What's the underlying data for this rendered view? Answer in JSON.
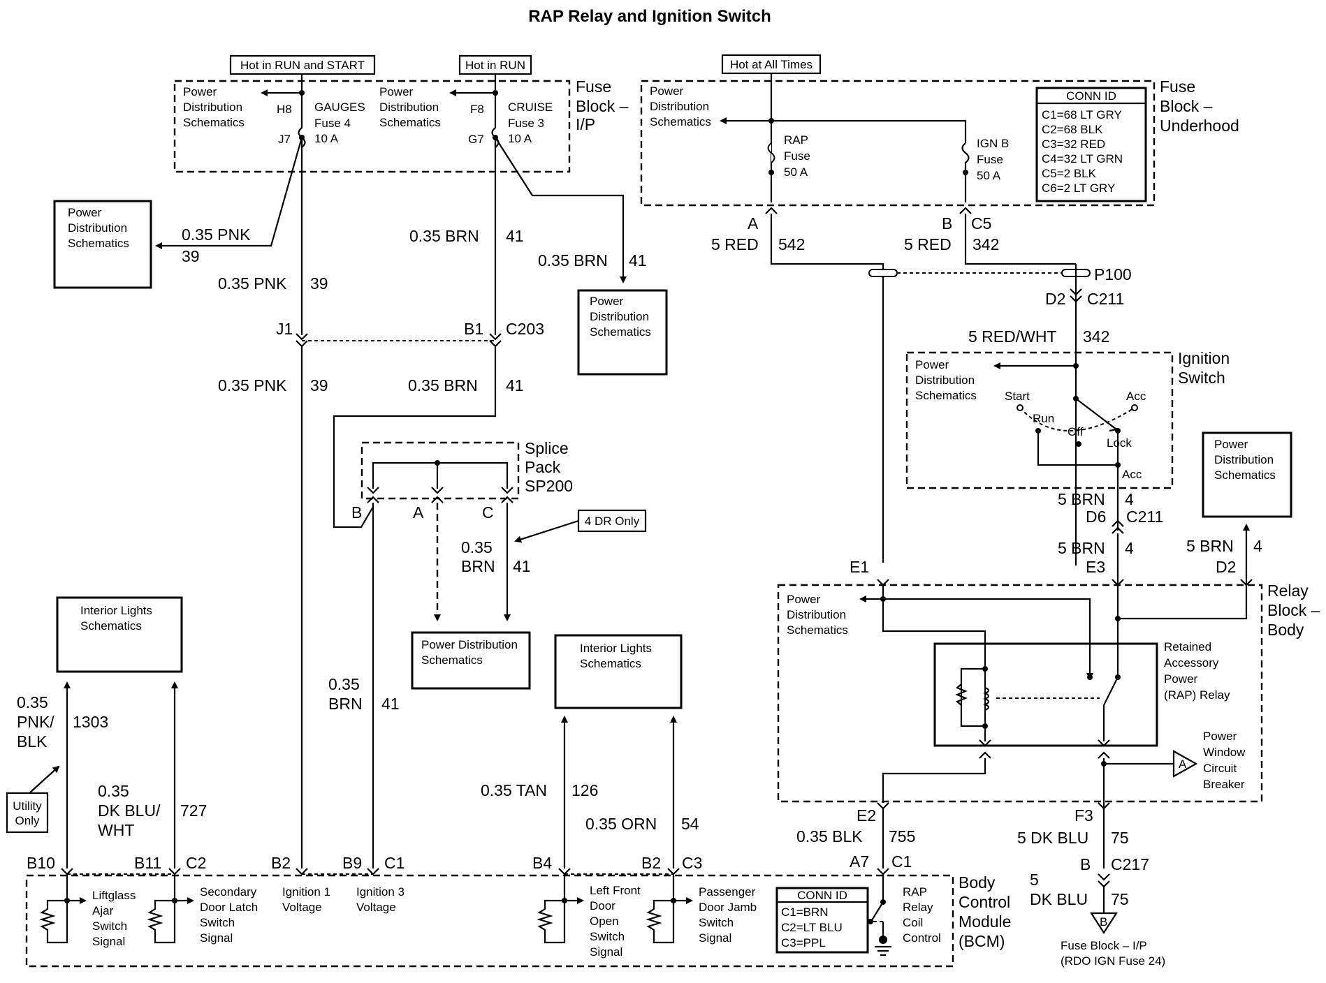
{
  "title": "RAP Relay and Ignition Switch",
  "tags": {
    "hot_run_start": "Hot in RUN and START",
    "hot_run": "Hot in RUN",
    "hot_all_times": "Hot at All Times",
    "four_dr_only": "4 DR Only",
    "utility_1": "Utility",
    "utility_2": "Only"
  },
  "pds": [
    "Power",
    "Distribution",
    "Schematics"
  ],
  "pds_one_line": [
    "Power Distribution",
    "Schematics"
  ],
  "interior_lights": [
    "Interior Lights",
    "Schematics"
  ],
  "fuse_ip": {
    "label": [
      "Fuse",
      "Block –",
      "I/P"
    ],
    "gauges": {
      "top_pin": "H8",
      "bottom_pin": "J7",
      "name": "GAUGES",
      "fuse": "Fuse 4",
      "amps": "10 A"
    },
    "cruise": {
      "top_pin": "F8",
      "bottom_pin": "G7",
      "name": "CRUISE",
      "fuse": "Fuse 3",
      "amps": "10 A"
    }
  },
  "fuse_uh": {
    "label": [
      "Fuse",
      "Block –",
      "Underhood"
    ],
    "rap": [
      "RAP",
      "Fuse",
      "50 A"
    ],
    "ignb": [
      "IGN B",
      "Fuse",
      "50 A"
    ],
    "conn_title": "CONN ID",
    "conn": [
      "C1=68 LT GRY",
      "C2=68 BLK",
      "C3=32 RED",
      "C4=32 LT GRN",
      "C5=2 BLK",
      "C6=2 LT GRY"
    ],
    "pin_a": "A",
    "pin_b": "B",
    "conn_c5": "C5"
  },
  "wires": {
    "pnk_39": "0.35 PNK",
    "n39": "39",
    "brn_41": "0.35 BRN",
    "n41": "41",
    "red_542": "5 RED",
    "n542": "542",
    "red_342": "5 RED",
    "n342": "342",
    "redwht": "5 RED/WHT",
    "brn4": "5 BRN",
    "n4": "4",
    "size035": "0.35",
    "brn": "BRN",
    "pnk_blk": [
      "0.35",
      "PNK/",
      "BLK"
    ],
    "n1303": "1303",
    "dkblu_wht": [
      "0.35",
      "DK BLU/",
      "WHT"
    ],
    "n727": "727",
    "tan": "0.35 TAN",
    "n126": "126",
    "orn": "0.35 ORN",
    "n54": "54",
    "blk": "0.35 BLK",
    "n755": "755",
    "dkblu5": "5 DK BLU",
    "n75": "75",
    "five": "5",
    "dkblu": "DK BLU"
  },
  "connectors": {
    "J1": "J1",
    "B1": "B1",
    "C203": "C203",
    "P100": "P100",
    "D2": "D2",
    "C211": "C211",
    "D6": "D6",
    "E1": "E1",
    "E3": "E3",
    "E2": "E2",
    "F3": "F3",
    "A7": "A7",
    "C1": "C1",
    "B": "B",
    "C217": "C217",
    "B10": "B10",
    "B11": "B11",
    "C2": "C2",
    "B2": "B2",
    "B9": "B9",
    "B4": "B4",
    "C3": "C3"
  },
  "splice": {
    "label": [
      "Splice",
      "Pack",
      "SP200"
    ],
    "A": "A",
    "B": "B",
    "C": "C"
  },
  "ign_switch": {
    "label": [
      "Ignition",
      "Switch"
    ],
    "start": "Start",
    "run": "Run",
    "off": "Off",
    "lock": "Lock",
    "acc": "Acc",
    "acc2": "Acc"
  },
  "relay_block": {
    "label": [
      "Relay",
      "Block –",
      "Body"
    ],
    "relay": [
      "Retained",
      "Accessory",
      "Power",
      "(RAP) Relay"
    ],
    "pwcb": [
      "Power",
      "Window",
      "Circuit",
      "Breaker"
    ],
    "tri_a": "A"
  },
  "bcm": {
    "label": [
      "Body",
      "Control",
      "Module",
      "(BCM)"
    ],
    "liftglass": [
      "Liftglass",
      "Ajar",
      "Switch",
      "Signal"
    ],
    "secondary": [
      "Secondary",
      "Door Latch",
      "Switch",
      "Signal"
    ],
    "ign1": [
      "Ignition 1",
      "Voltage"
    ],
    "ign3": [
      "Ignition 3",
      "Voltage"
    ],
    "lf_door": [
      "Left Front",
      "Door",
      "Open",
      "Switch",
      "Signal"
    ],
    "pass_door": [
      "Passenger",
      "Door Jamb",
      "Switch",
      "Signal"
    ],
    "rap_ctrl": [
      "RAP",
      "Relay",
      "Coil",
      "Control"
    ],
    "conn_title": "CONN ID",
    "conn": [
      "C1=BRN",
      "C2=LT BLU",
      "C3=PPL"
    ]
  },
  "fuse_ip_ref": {
    "tri": "B",
    "line1": "Fuse Block – I/P",
    "line2": "(RDO IGN Fuse 24)"
  }
}
